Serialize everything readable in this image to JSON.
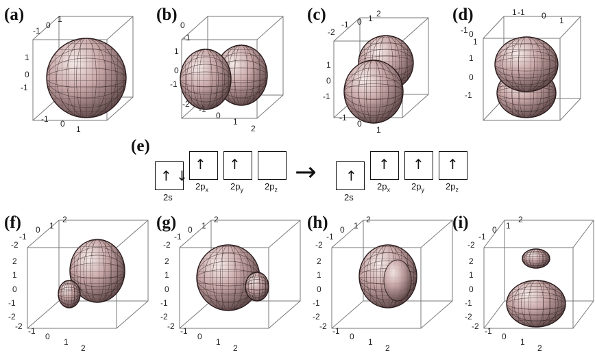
{
  "panels": {
    "a": {
      "label": "(a)"
    },
    "b": {
      "label": "(b)"
    },
    "c": {
      "label": "(c)"
    },
    "d": {
      "label": "(d)"
    },
    "e": {
      "label": "(e)"
    },
    "f": {
      "label": "(f)"
    },
    "g": {
      "label": "(g)"
    },
    "h": {
      "label": "(h)"
    },
    "i": {
      "label": "(i)"
    }
  },
  "ticks": {
    "neg2": "-2",
    "neg1": "-1",
    "zero": "0",
    "one": "1",
    "two": "2"
  },
  "configuration": {
    "ground": {
      "s_label": "2s",
      "px_label": "2p",
      "px_sub": "x",
      "py_label": "2p",
      "py_sub": "y",
      "pz_label": "2p",
      "pz_sub": "z",
      "s_arrows": "↑ ↓",
      "px_arrow": "↑",
      "py_arrow": "↑",
      "pz_arrow": ""
    },
    "excited": {
      "s_label": "2s",
      "px_label": "2p",
      "px_sub": "x",
      "py_label": "2p",
      "py_sub": "y",
      "pz_label": "2p",
      "pz_sub": "z",
      "s_arrow": "↑",
      "px_arrow": "↑",
      "py_arrow": "↑",
      "pz_arrow": "↑"
    },
    "transition_arrow": "→"
  },
  "colors": {
    "surface": "#c9a7a8",
    "surface_light": "#f3e6e5",
    "surface_dark": "#6e5556",
    "mesh": "#2b1c1d",
    "box": "#777777"
  }
}
